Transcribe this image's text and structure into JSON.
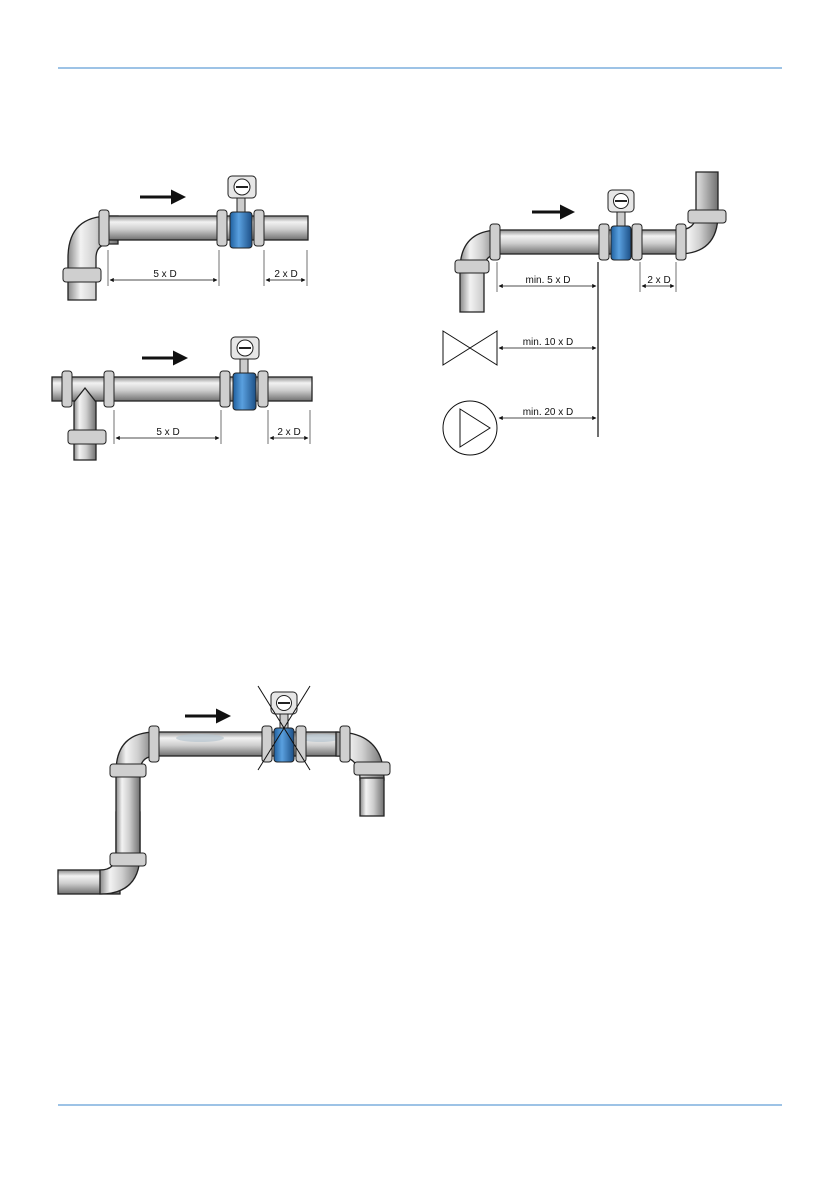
{
  "diagram1": {
    "up_label": "5 x D",
    "down_label": "2 x D"
  },
  "diagram2": {
    "up_label": "5 x D",
    "down_label": "2 x D"
  },
  "diagram3": {
    "up_label": "min. 5 x D",
    "down_label": "2 x D",
    "valve_label": "min. 10 x D",
    "pump_label": "min. 20 x D"
  },
  "colors": {
    "pipe": "#d2d2d2",
    "meter_body": "#3a7fc1",
    "rule": "#9dc3e6"
  }
}
